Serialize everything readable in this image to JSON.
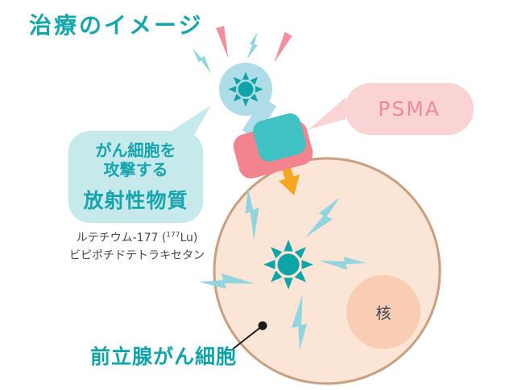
{
  "title": "治療のイメージ",
  "molecule": {
    "bubble": {
      "line1": "がん細胞を",
      "line2": "攻撃する",
      "line3": "放射性物質"
    },
    "drug_name": {
      "line1_pre": "ルテチウム-177 (",
      "line1_sup": "177",
      "line1_post": "Lu)",
      "line2": "ビピポチドテトラキセタン"
    }
  },
  "psma": {
    "label": "PSMA"
  },
  "cell": {
    "label": "前立腺がん細胞",
    "nucleus_label": "核"
  },
  "icons": {
    "radiation_burst": "radiation-burst-icon",
    "lightning_bolt": "lightning-bolt-icon",
    "emphasis_ray": "emphasis-ray-icon",
    "down_arrow": "down-arrow-icon"
  },
  "colors": {
    "teal_text": "#13a7ac",
    "sun_teal": "#0ca4a6",
    "turquoise_ligand": "#40c2c3",
    "pale_blue": "#aedce7",
    "bolt_blue": "#93d5df",
    "receptor_pink": "#f2838f",
    "ray_pink": "#f2919b",
    "psma_bubble_fill": "#fad3d4",
    "psma_text": "#ee8a95",
    "attack_bubble_fill": "#c6e9ec",
    "cell_fill": "#fbe5d7",
    "cell_border": "#c9a07f",
    "nucleus_fill": "#f8cdb3",
    "arrow_orange": "#f6a61e",
    "caption_text": "#4c4742"
  }
}
